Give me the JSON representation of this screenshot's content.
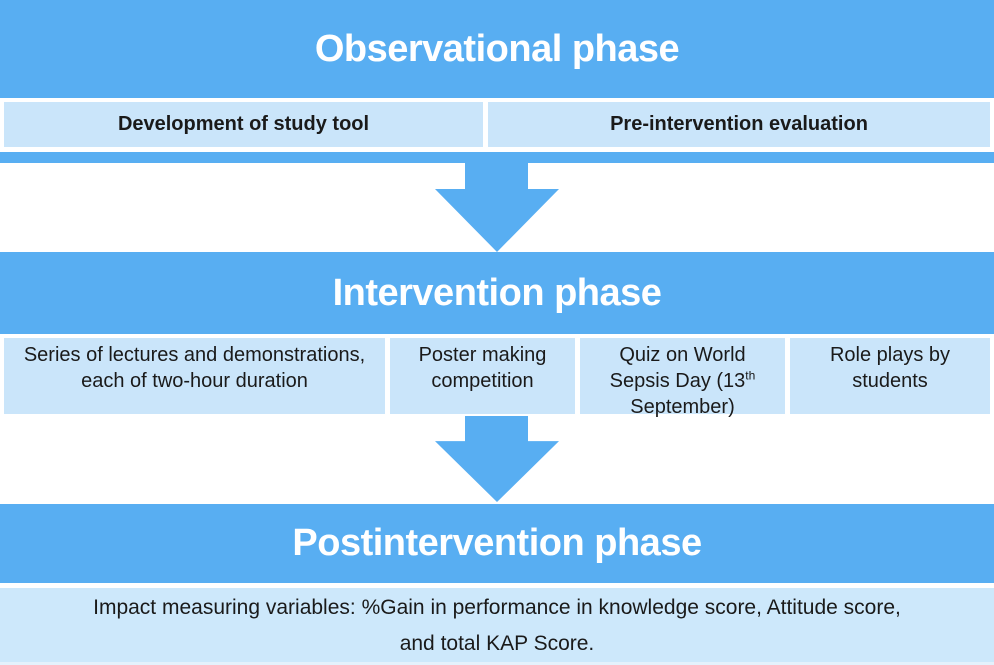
{
  "palette": {
    "band_blue": "#58aef2",
    "cell_blue": "#cae5fa",
    "panel_blue": "#cde8fb",
    "text_dark": "#1a1a1a"
  },
  "observational": {
    "title": "Observational phase",
    "cells": [
      "Development of study tool",
      "Pre-intervention evaluation"
    ]
  },
  "intervention": {
    "title": "Intervention phase",
    "cells": [
      {
        "text": "Series of lectures and demonstrations, each of two-hour duration"
      },
      {
        "text": "Poster making competition"
      },
      {
        "prefix": "Quiz on World Sepsis Day (13",
        "sup": "th",
        "suffix": " September)"
      },
      {
        "text": "Role plays by students"
      }
    ]
  },
  "postintervention": {
    "title": "Postintervention phase",
    "impact_lines": [
      "Impact measuring variables: %Gain in performance in knowledge score, Attitude score,",
      "and total KAP Score."
    ]
  }
}
